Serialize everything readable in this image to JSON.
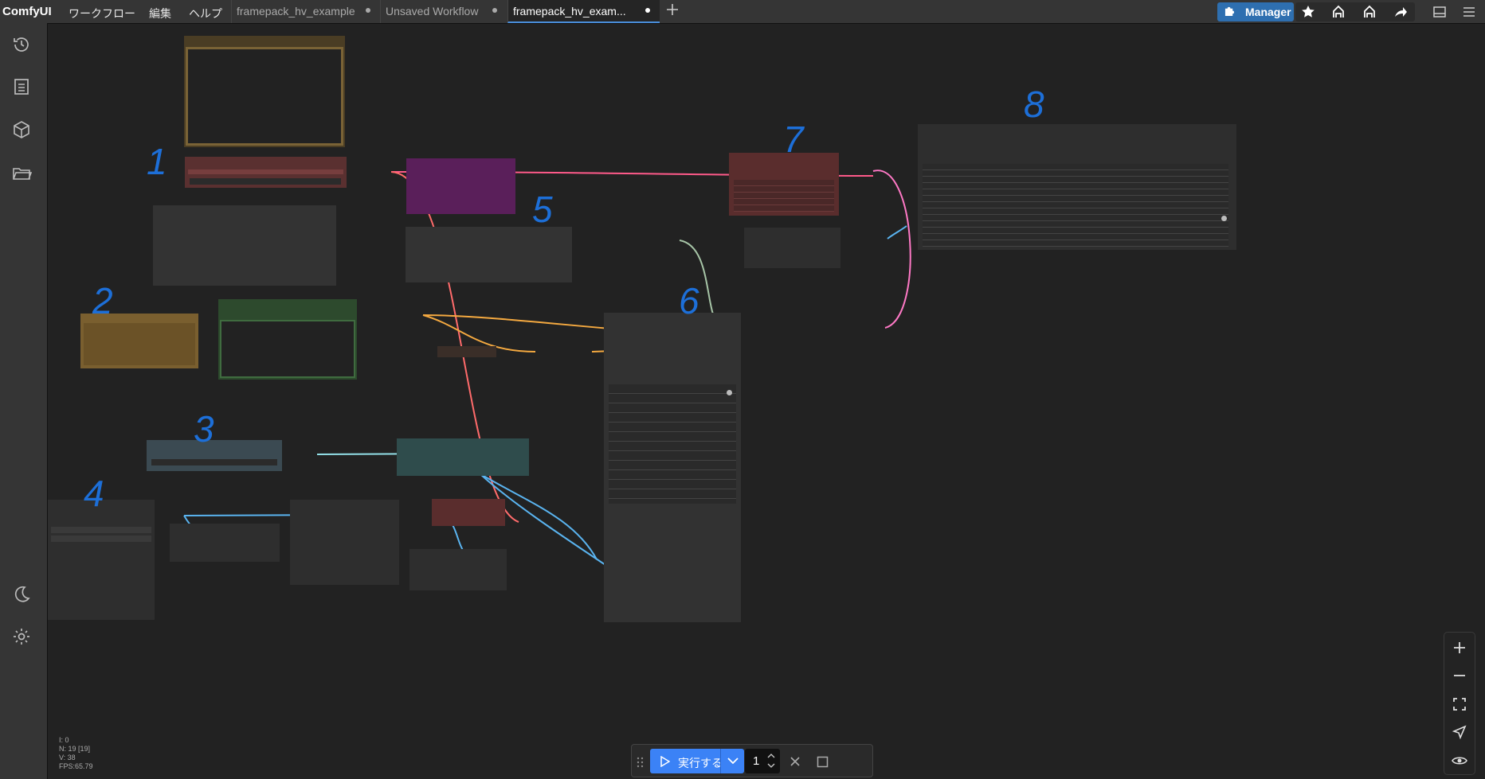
{
  "app": {
    "name": "ComfyUI"
  },
  "menu": {
    "workflow": "ワークフロー",
    "edit": "編集",
    "help": "ヘルプ"
  },
  "tabs": [
    {
      "label": "framepack_hv_example"
    },
    {
      "label": "Unsaved Workflow"
    },
    {
      "label": "framepack_hv_exam..."
    }
  ],
  "toolbar": {
    "manager_label": "Manager"
  },
  "run": {
    "label": "実行する",
    "count": "1"
  },
  "stats": {
    "line1": "I: 0",
    "line2": "N: 19 [19]",
    "line3": "V: 38",
    "line4": "FPS:65.79"
  },
  "annotations": [
    "1",
    "2",
    "3",
    "4",
    "5",
    "6",
    "7",
    "8"
  ],
  "colors": {
    "accent": "#3b82f6",
    "manager": "#2e6fb0",
    "canvas": "#222222"
  }
}
